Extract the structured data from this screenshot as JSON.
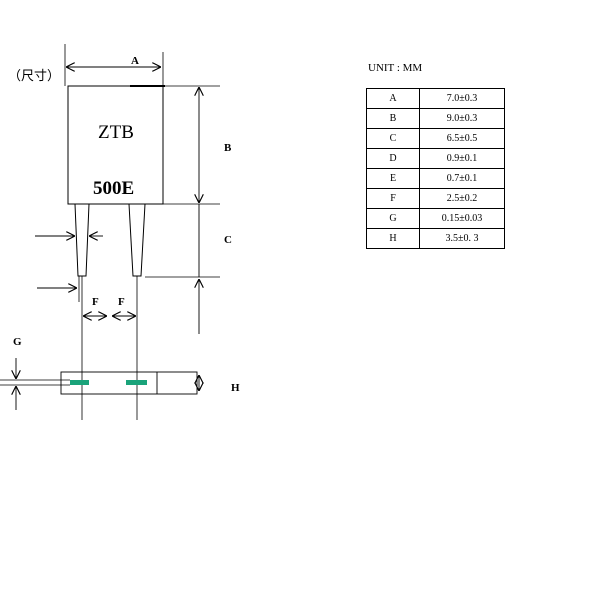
{
  "drawing": {
    "size_note": "（尺寸）",
    "part_top_label": "ZTB",
    "part_bottom_label": "500E",
    "dim_labels": {
      "a": "A",
      "b": "B",
      "c": "C",
      "f1": "F",
      "f2": "F",
      "g": "G",
      "h": "H"
    },
    "colors": {
      "line": "#000000",
      "pad": "#1aa37a"
    }
  },
  "spec": {
    "unit_label": "UNIT : MM",
    "rows": [
      {
        "key": "A",
        "value": "7.0±0.3"
      },
      {
        "key": "B",
        "value": "9.0±0.3"
      },
      {
        "key": "C",
        "value": "6.5±0.5"
      },
      {
        "key": "D",
        "value": "0.9±0.1"
      },
      {
        "key": "E",
        "value": "0.7±0.1"
      },
      {
        "key": "F",
        "value": "2.5±0.2"
      },
      {
        "key": "G",
        "value": "0.15±0.03"
      },
      {
        "key": "H",
        "value": "3.5±0. 3"
      }
    ]
  }
}
